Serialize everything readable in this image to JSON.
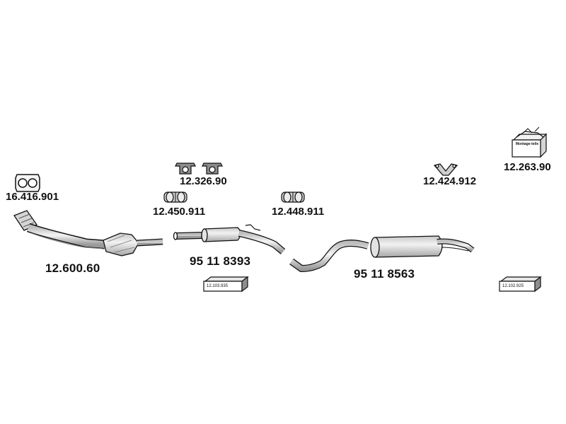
{
  "parts": {
    "gasket": {
      "number": "16.416.901"
    },
    "front_pipe": {
      "number": "12.600.60"
    },
    "hanger_rubbers": {
      "number": "12.326.90"
    },
    "clamp_front": {
      "number": "12.450.911"
    },
    "middle_silencer": {
      "number": "95 11 8393"
    },
    "clamp_rear": {
      "number": "12.448.911"
    },
    "rear_silencer": {
      "number": "95 11 8563"
    },
    "mounting_bracket": {
      "number": "12.424.912"
    },
    "mounting_kit": {
      "number": "12.263.90",
      "box_text": "Montage-teile"
    },
    "box_front": {
      "number": "12.103.935"
    },
    "box_rear": {
      "number": "12.102.925"
    }
  },
  "colors": {
    "line": "#111111",
    "fill_light": "#f2f2f2",
    "fill_mid": "#d9d9d9",
    "fill_dark": "#a9a9a9"
  }
}
